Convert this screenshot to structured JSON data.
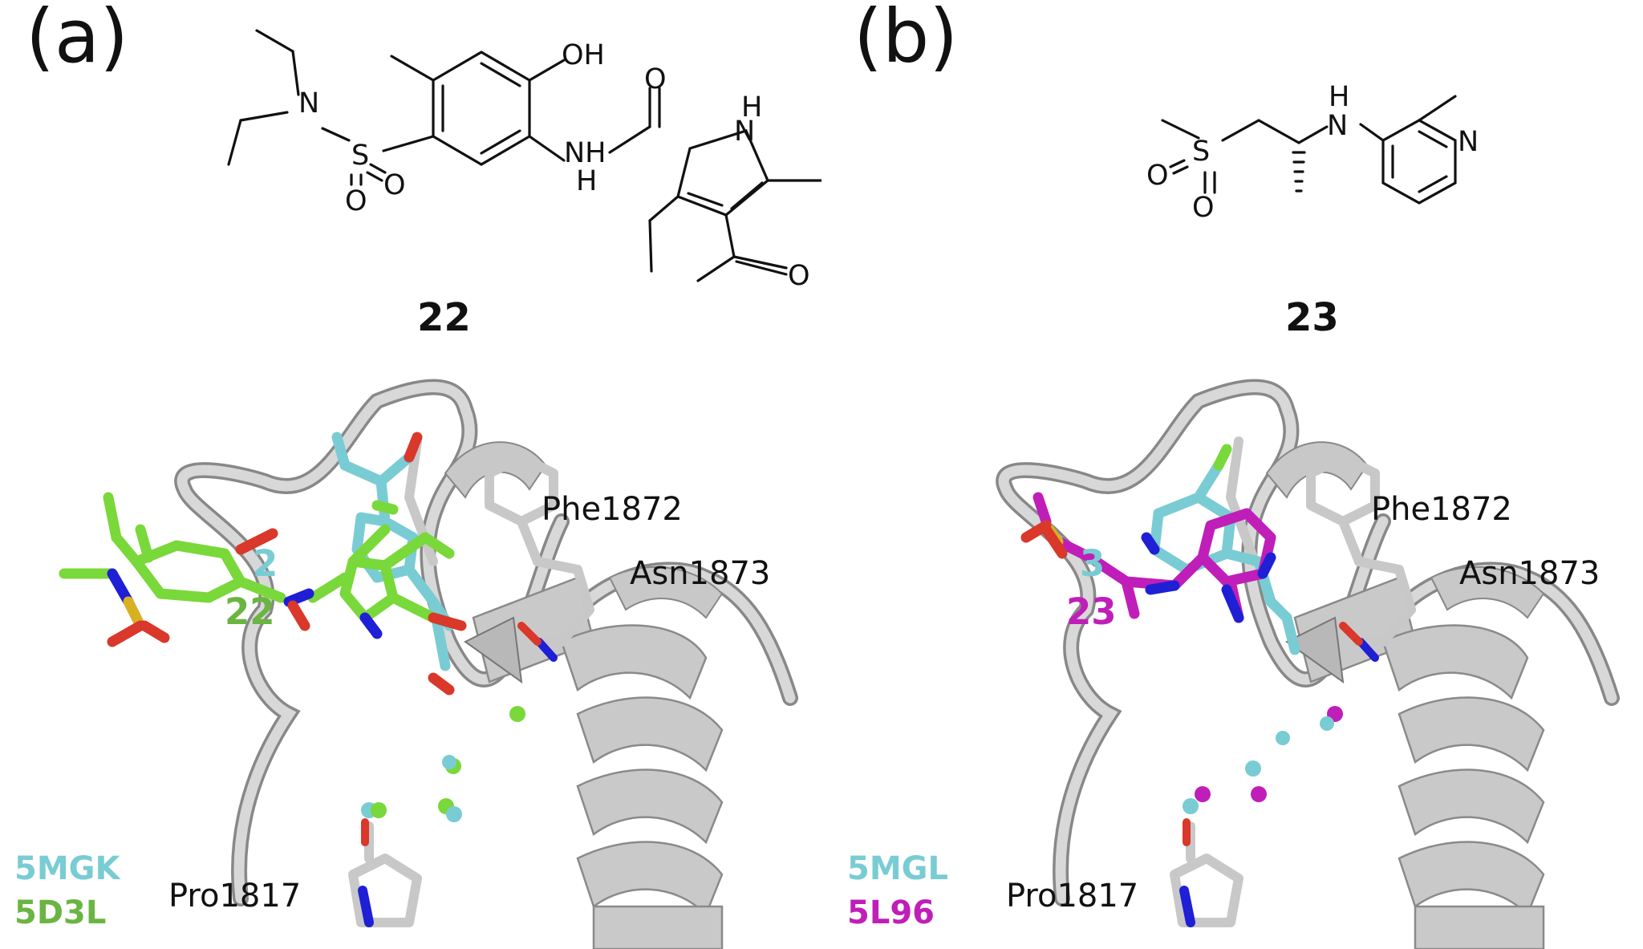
{
  "colors": {
    "ribbon": "#c9c9c9",
    "cyan": "#79ccd3",
    "green": "#79d83a",
    "green_label": "#6ab542",
    "magenta": "#c01eb8",
    "oxygen": "#d9382a",
    "nitrogen": "#1f1fd6",
    "sulfur": "#d7b024"
  },
  "panel_a": {
    "letter": "(a)",
    "compound": "22",
    "chem": {
      "OH": "OH",
      "N": "N",
      "S": "S",
      "O": "O",
      "NH": "NH",
      "H": "H"
    },
    "residue_phe": "Phe1872",
    "residue_asn": "Asn1873",
    "residue_pro": "Pro1817",
    "ligand_ref": "2",
    "ligand_cmpd": "22",
    "pdb_ref": "5MGK",
    "pdb_cmpd": "5D3L"
  },
  "panel_b": {
    "letter": "(b)",
    "compound": "23",
    "chem": {
      "S": "S",
      "O": "O",
      "H": "H",
      "N": "N"
    },
    "residue_phe": "Phe1872",
    "residue_asn": "Asn1873",
    "residue_pro": "Pro1817",
    "ligand_ref": "3",
    "ligand_cmpd": "23",
    "pdb_ref": "5MGL",
    "pdb_cmpd": "5L96"
  }
}
